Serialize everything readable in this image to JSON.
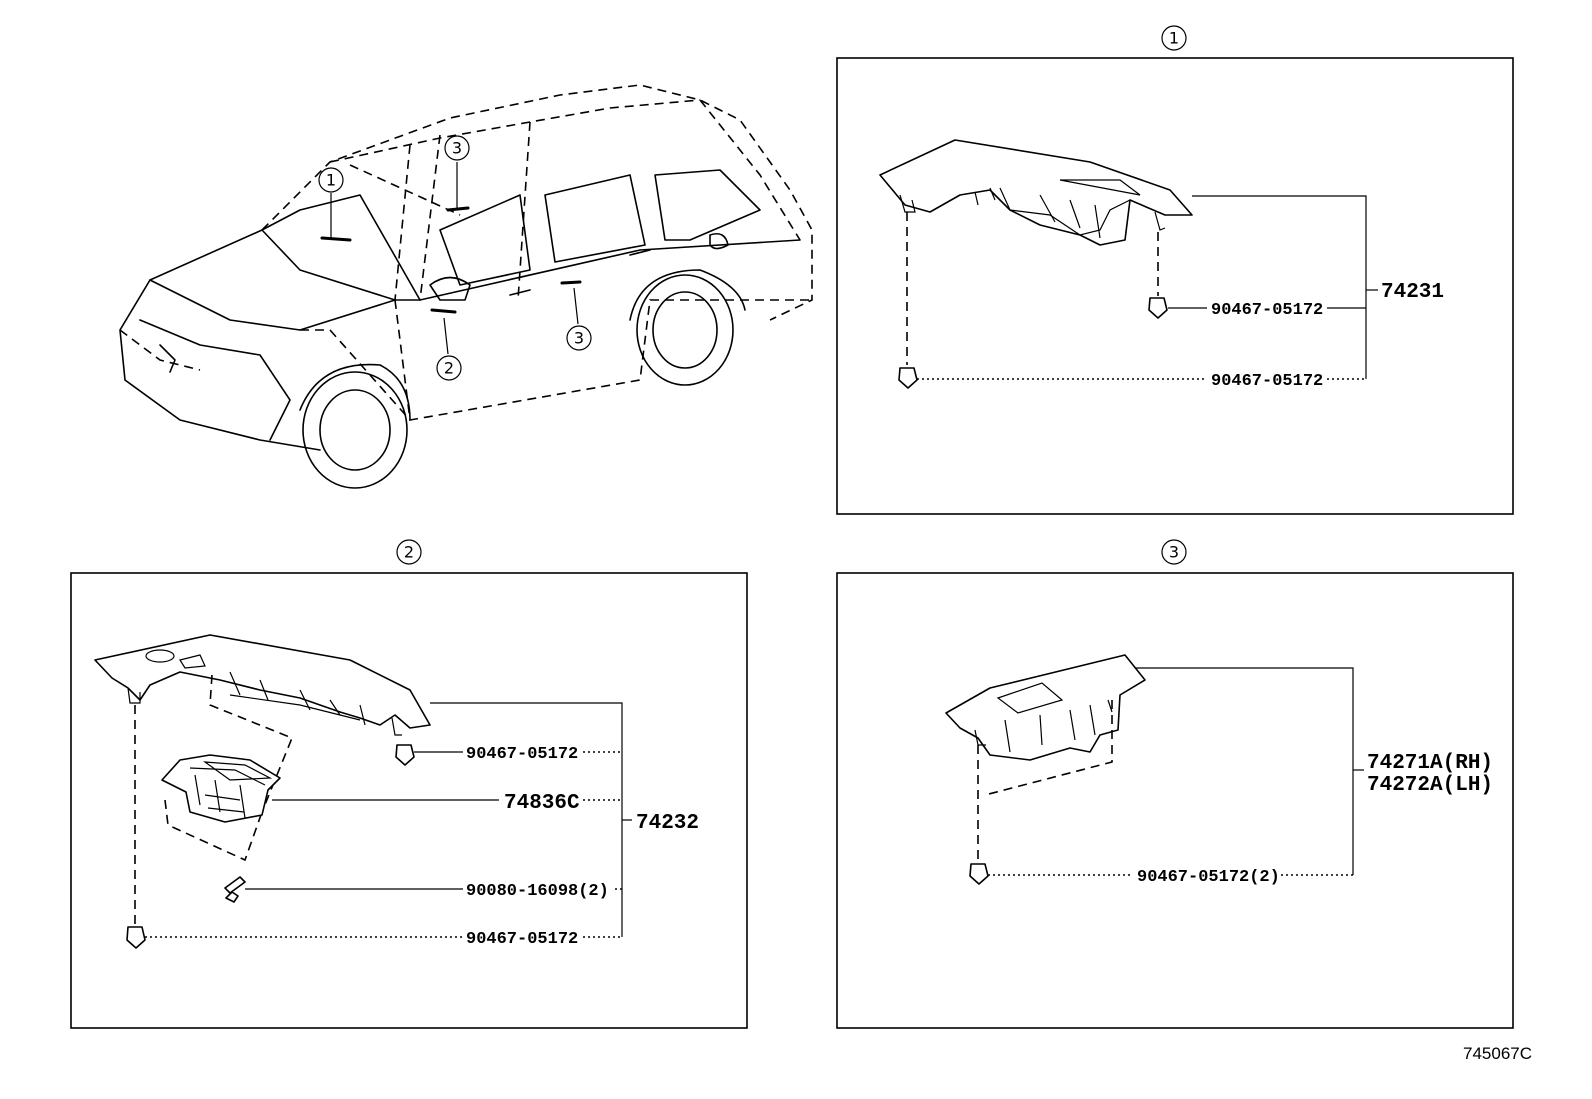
{
  "callouts": {
    "detail_1": "1",
    "detail_2": "2",
    "detail_3": "3"
  },
  "panel_1": {
    "parts": {
      "clip_upper": "90467-05172",
      "clip_lower": "90467-05172",
      "assembly": "74231"
    }
  },
  "panel_2": {
    "parts": {
      "clip_upper": "90467-05172",
      "switch": "74836C",
      "assembly": "74232",
      "screw": "90080-16098(2)",
      "clip_lower": "90467-05172"
    }
  },
  "panel_3": {
    "parts": {
      "assembly_rh": "74271A(RH)",
      "assembly_lh": "74272A(LH)",
      "clip": "90467-05172(2)"
    }
  },
  "diagram_code": "745067C"
}
